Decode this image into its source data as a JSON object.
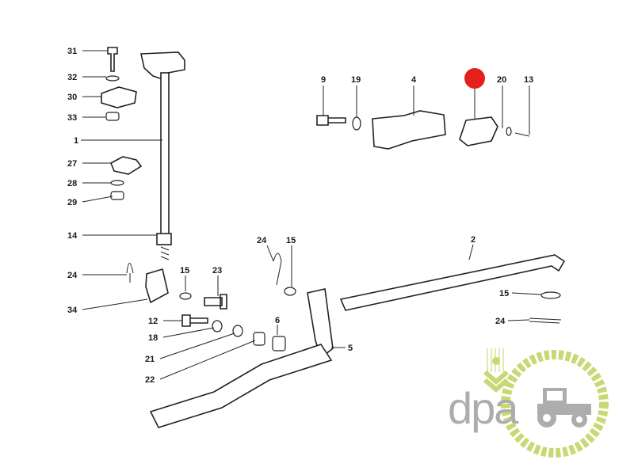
{
  "diagram": {
    "labels": {
      "l31": "31",
      "l32": "32",
      "l30": "30",
      "l33": "33",
      "l1": "1",
      "l27": "27",
      "l28": "28",
      "l29": "29",
      "l14": "14",
      "l24a": "24",
      "l34": "34",
      "l15a": "15",
      "l23": "23",
      "l12": "12",
      "l18": "18",
      "l21": "21",
      "l22": "22",
      "l24b": "24",
      "l15b": "15",
      "l6": "6",
      "l5": "5",
      "l2": "2",
      "l15c": "15",
      "l24c": "24",
      "l9": "9",
      "l19": "19",
      "l4": "4",
      "l20": "20",
      "l13": "13"
    },
    "highlight_color": "#e3201b"
  },
  "logo": {
    "text": "dpa",
    "green": "#c5d86d",
    "gray": "#a9a9a9"
  }
}
